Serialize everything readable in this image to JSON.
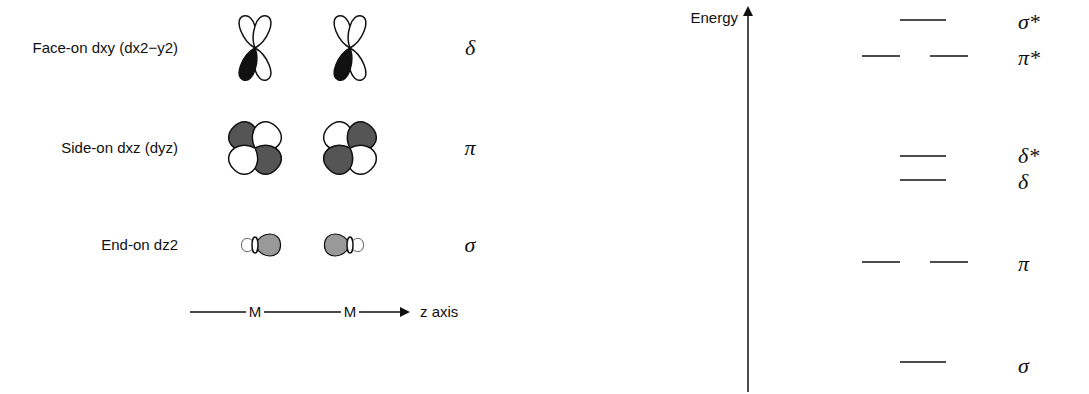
{
  "diagram": {
    "labels": [
      "Face-on dxy (dx2−y2)",
      "δ",
      "Side-on dxz (dyz)",
      "π",
      "End-on dz2",
      "σ",
      "M",
      "M",
      "z axis",
      "Energy",
      "σ*",
      "π*",
      "δ*",
      "δ",
      "π",
      "σ"
    ]
  }
}
